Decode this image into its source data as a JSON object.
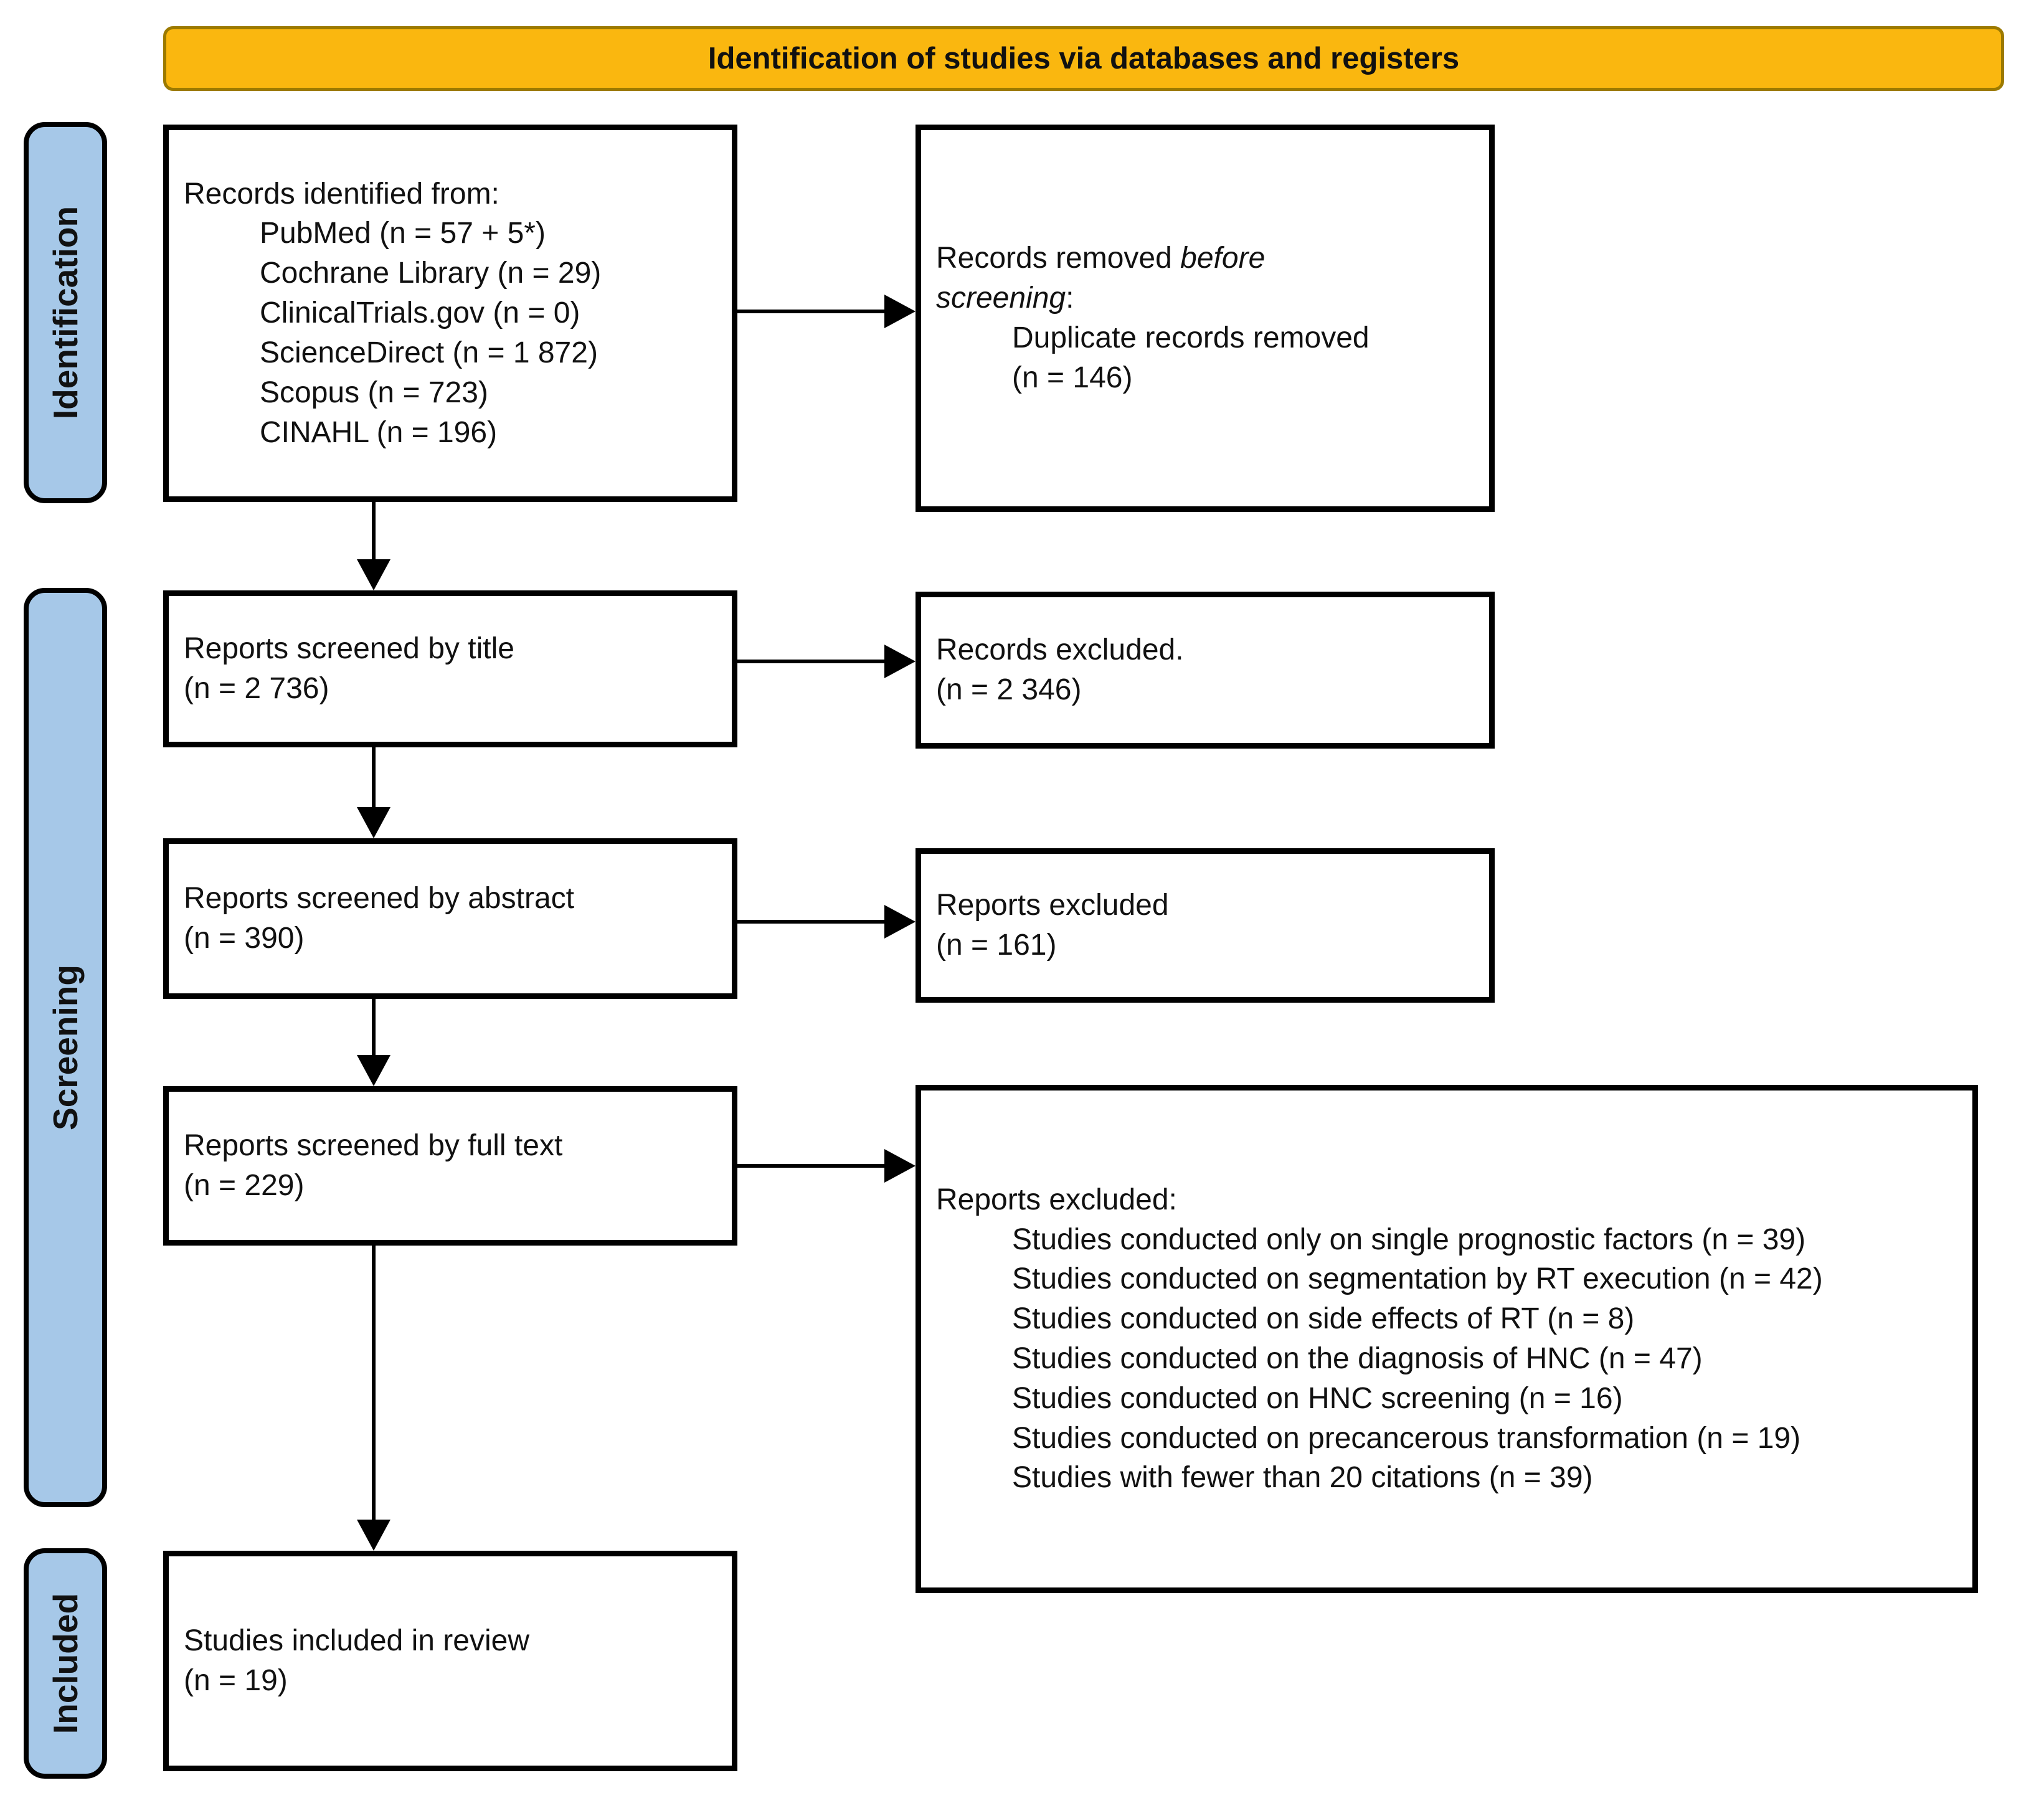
{
  "colors": {
    "banner_fill": "#fab70f",
    "banner_border": "#9c7a00",
    "stage_fill": "#a6c8e8"
  },
  "banner": {
    "title": "Identification of studies via databases and registers"
  },
  "stages": {
    "identification": "Identification",
    "screening": "Screening",
    "included": "Included"
  },
  "boxes": {
    "records_identified": {
      "heading": "Records identified from:",
      "items": [
        "PubMed (n = 57 + 5*)",
        "Cochrane Library (n = 29)",
        "ClinicalTrials.gov (n = 0)",
        "ScienceDirect (n = 1 872)",
        "Scopus (n = 723)",
        "CINAHL (n = 196)"
      ]
    },
    "records_removed": {
      "line1_normal": "Records removed ",
      "line1_italic": "before",
      "line2_italic": "screening",
      "line2_suffix": ":",
      "items": [
        "Duplicate records removed",
        "(n = 146)"
      ]
    },
    "screened_title": {
      "lines": [
        "Reports screened by title",
        "(n = 2 736)"
      ]
    },
    "records_excluded": {
      "lines": [
        "Records excluded.",
        "(n = 2 346)"
      ]
    },
    "screened_abstract": {
      "lines": [
        "Reports screened by abstract",
        "(n = 390)"
      ]
    },
    "reports_excluded": {
      "lines": [
        "Reports excluded",
        "(n = 161)"
      ]
    },
    "screened_fulltext": {
      "lines": [
        "Reports screened by full text",
        "(n = 229)"
      ]
    },
    "fulltext_excluded": {
      "heading": "Reports excluded:",
      "items": [
        "Studies conducted only on single prognostic factors (n = 39)",
        "Studies conducted on segmentation by RT execution (n = 42)",
        "Studies conducted on side effects of RT (n = 8)",
        "Studies conducted on the diagnosis of HNC (n = 47)",
        "Studies conducted on HNC screening (n = 16)",
        "Studies conducted on precancerous transformation (n = 19)",
        "Studies with fewer than 20 citations (n = 39)"
      ]
    },
    "included_review": {
      "lines": [
        "Studies included in review",
        "(n = 19)"
      ]
    }
  }
}
